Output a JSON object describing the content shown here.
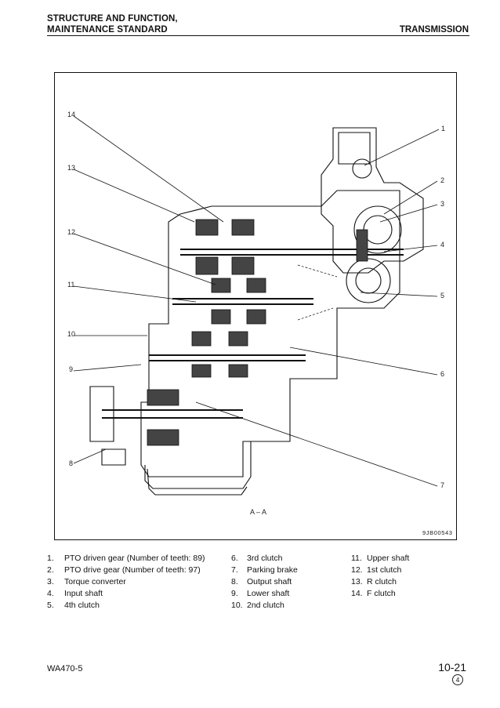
{
  "header": {
    "section_line1": "STRUCTURE AND FUNCTION,",
    "section_line2": "MAINTENANCE STANDARD",
    "chapter": "TRANSMISSION"
  },
  "figure": {
    "section_label": "A – A",
    "code": "9JB00543",
    "callouts": {
      "c1": "1",
      "c2": "2",
      "c3": "3",
      "c4": "4",
      "c5": "5",
      "c6": "6",
      "c7": "7",
      "c8": "8",
      "c9": "9",
      "c10": "10",
      "c11": "11",
      "c12": "12",
      "c13": "13",
      "c14": "14"
    }
  },
  "legend": {
    "col1": [
      {
        "num": "1.",
        "text": "PTO driven gear (Number of teeth: 89)"
      },
      {
        "num": "2.",
        "text": "PTO drive gear (Number of teeth: 97)"
      },
      {
        "num": "3.",
        "text": "Torque converter"
      },
      {
        "num": "4.",
        "text": "Input shaft"
      },
      {
        "num": "5.",
        "text": "4th clutch"
      }
    ],
    "col2": [
      {
        "num": "6.",
        "text": "3rd clutch"
      },
      {
        "num": "7.",
        "text": "Parking brake"
      },
      {
        "num": "8.",
        "text": "Output shaft"
      },
      {
        "num": "9.",
        "text": "Lower shaft"
      },
      {
        "num": "10.",
        "text": "2nd clutch"
      }
    ],
    "col3": [
      {
        "num": "11.",
        "text": "Upper shaft"
      },
      {
        "num": "12.",
        "text": "1st clutch"
      },
      {
        "num": "13.",
        "text": "R clutch"
      },
      {
        "num": "14.",
        "text": "F clutch"
      }
    ]
  },
  "footer": {
    "model": "WA470-5",
    "page": "10-21",
    "revision": "4"
  }
}
